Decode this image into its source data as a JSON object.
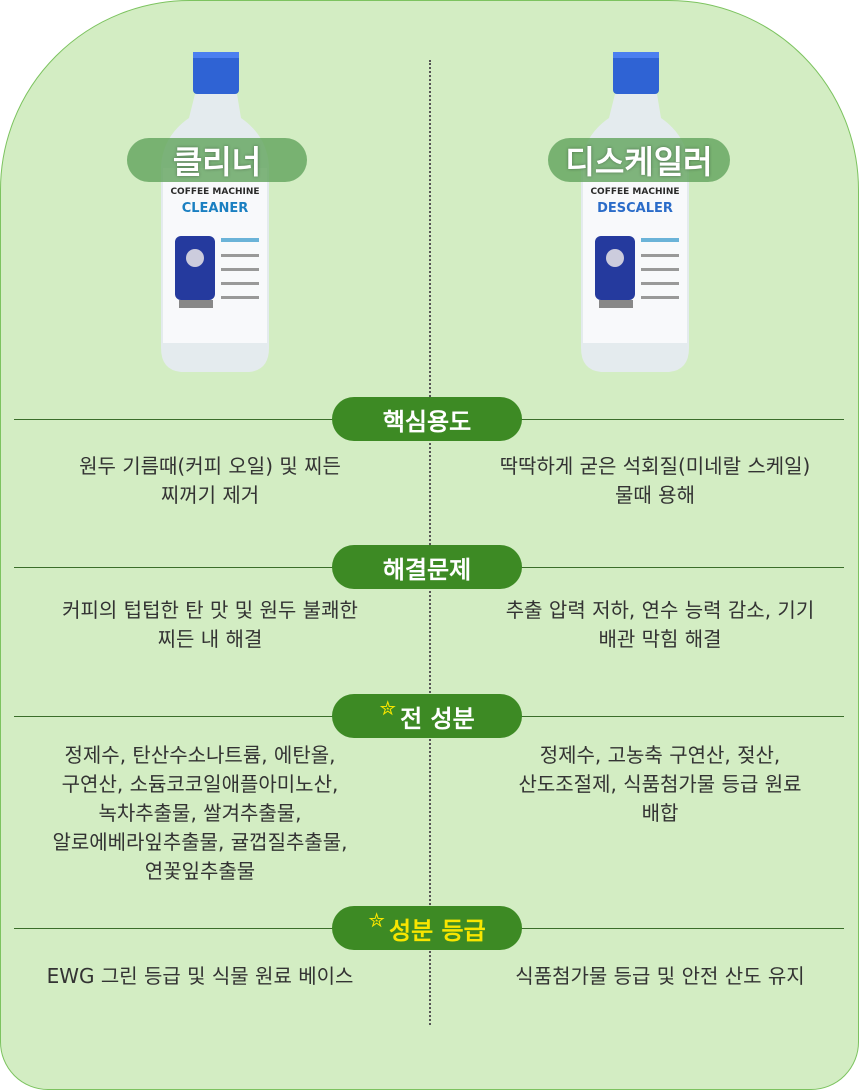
{
  "products": {
    "left": {
      "badge": "클리너",
      "brand": "COFFEE MACHINE",
      "name": "CLEANER",
      "name_color": "#1a7fc1"
    },
    "right": {
      "badge": "디스케일러",
      "brand": "COFFEE MACHINE",
      "name": "DESCALER",
      "name_color": "#2b6cc9"
    }
  },
  "sections": [
    {
      "title": "핵심용도",
      "left": [
        "원두 기름때(커피 오일) 및 찌든",
        "찌꺼기 제거"
      ],
      "right": [
        "딱딱하게 굳은 석회질(미네랄 스케일)",
        "물때 용해"
      ]
    },
    {
      "title": "해결문제",
      "left": [
        "커피의 텁텁한 탄 맛 및 원두 불쾌한",
        "찌든 내 해결"
      ],
      "right": [
        "추출 압력 저하, 연수 능력 감소, 기기",
        "배관 막힘 해결"
      ]
    },
    {
      "title": "전 성분",
      "left": [
        "정제수, 탄산수소나트륨, 에탄올,",
        "구연산, 소듐코코일애플아미노산,",
        "녹차추출물, 쌀겨추출물,",
        "알로에베라잎추출물, 귤껍질추출물,",
        "연꽃잎추출물"
      ],
      "right": [
        "정제수, 고농축 구연산, 젖산,",
        "산도조절제, 식품첨가물 등급 원료",
        "배합"
      ]
    },
    {
      "title": "성분 등급",
      "left": [
        "EWG 그린 등급 및 식물 원료 베이스"
      ],
      "right": [
        "식품첨가물 등급 및 안전 산도 유지"
      ]
    }
  ],
  "colors": {
    "panel": "#d3edc3",
    "pill": "#3d8a24",
    "accent": "#f8e600"
  }
}
